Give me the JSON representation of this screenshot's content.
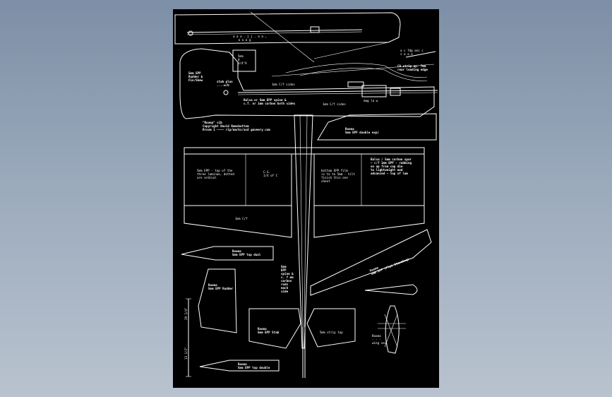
{
  "colors": {
    "background": "#000000",
    "lines": "#ffffff",
    "app_bg": "#8fa0b4"
  },
  "labels": {
    "top_note": "a a a . j j . a a ,\n   a a a g",
    "fin": "5mm\n0\n3/4\"A",
    "rudder_label": "5mm EPP\nRudder &\nFin/Skew",
    "stab_mm": "stab plus\n....w/b",
    "fuse_note": "Balsa or 5mm EPP spine &\nc.f. or 1mm carbon both sides",
    "cf": "1mm C/f sides",
    "cf2": "1mm C/f sides",
    "strip": "CA strip ap. 7mm\nrear leading edge",
    "alt": "a c fdg anc c\ns a a a",
    "small_note": "mag la w",
    "credits": "\"Rooma\" v1b\nCopyright David Ramsbottom\nRroom 1 ~~~~ rip/marks/acd gaveery.com",
    "fuse_top": "Rooma\n5mm EPP double exp)",
    "wing_a": "5mm EPP - top of the\nthree laminae, dotted\nare ordinal",
    "wing_cg": "C.G.\n1/4 of C",
    "wing_b": "bottom EPP film\nis to to 5mm - tilt\nfinish this one\nsheet",
    "wing_c": "Balsa / 5mm carbon spar\n~ c/f 1mm EPP - rubbing\non up from cap die\nto lightweight mod\nadvanced ~ top of lam",
    "wing_center": "1mm C/f",
    "tip": "Rooma\n5mm EPP top dual",
    "rudder": "Rooma\n5mm EPP Rudder",
    "column": "5mm\nEPP\nspine &\nc. f mm\ncarbon\nrods\neach\nside",
    "wing_right": "Rooma\n5mm EPP (Flat Standing)",
    "stab_left": "Rooma\n5mm EPP Stab",
    "stab_right": "5mm strip top",
    "bottom": "Rooma\n5mm EPP top double",
    "dim_a": "19 1/4\"",
    "dim_b": "13 1/2\"",
    "section": "Rooma\n- - -\nwing sec."
  }
}
